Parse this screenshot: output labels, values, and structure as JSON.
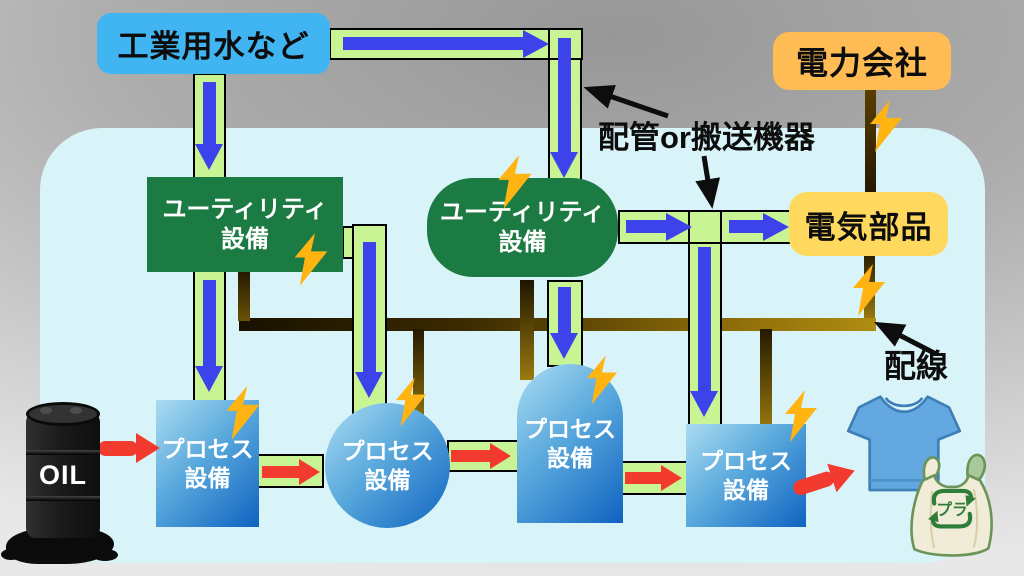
{
  "diagram": {
    "sources": {
      "industrial_water": "工業用水など",
      "power_company": "電力会社"
    },
    "nodes": {
      "utility_left": {
        "line1": "ユーティリティ",
        "line2": "設備"
      },
      "utility_mid": {
        "line1": "ユーティリティ",
        "line2": "設備"
      },
      "electric_parts": "電気部品",
      "process1": {
        "line1": "プロセス",
        "line2": "設備"
      },
      "process2": {
        "line1": "プロセス",
        "line2": "設備"
      },
      "process3": {
        "line1": "プロセス",
        "line2": "設備"
      },
      "process4": {
        "line1": "プロセス",
        "line2": "設備"
      }
    },
    "annotations": {
      "piping": "配管or搬送機器",
      "wiring": "配線"
    },
    "objects": {
      "oil_barrel_label": "OIL",
      "plastic_bag_mark": "プラ"
    },
    "colors": {
      "factory_area_cyan": "#d8f4f8",
      "pipe_green": "#c8f494",
      "utility_flow_blue": "#3d43ea",
      "material_flow_red": "#f23a2e",
      "utility_box_green": "#1c7a43",
      "water_box_blue": "#41b4f2",
      "power_box_orange": "#ffbc55",
      "parts_box_yellow": "#ffd95e",
      "wire_dark_brown": "#241800",
      "wire_gold": "#a8840e",
      "lightning_yellow": "#ffb412",
      "process_gradient_light": "#abdcf1",
      "process_gradient_dark": "#0f63c0"
    }
  }
}
